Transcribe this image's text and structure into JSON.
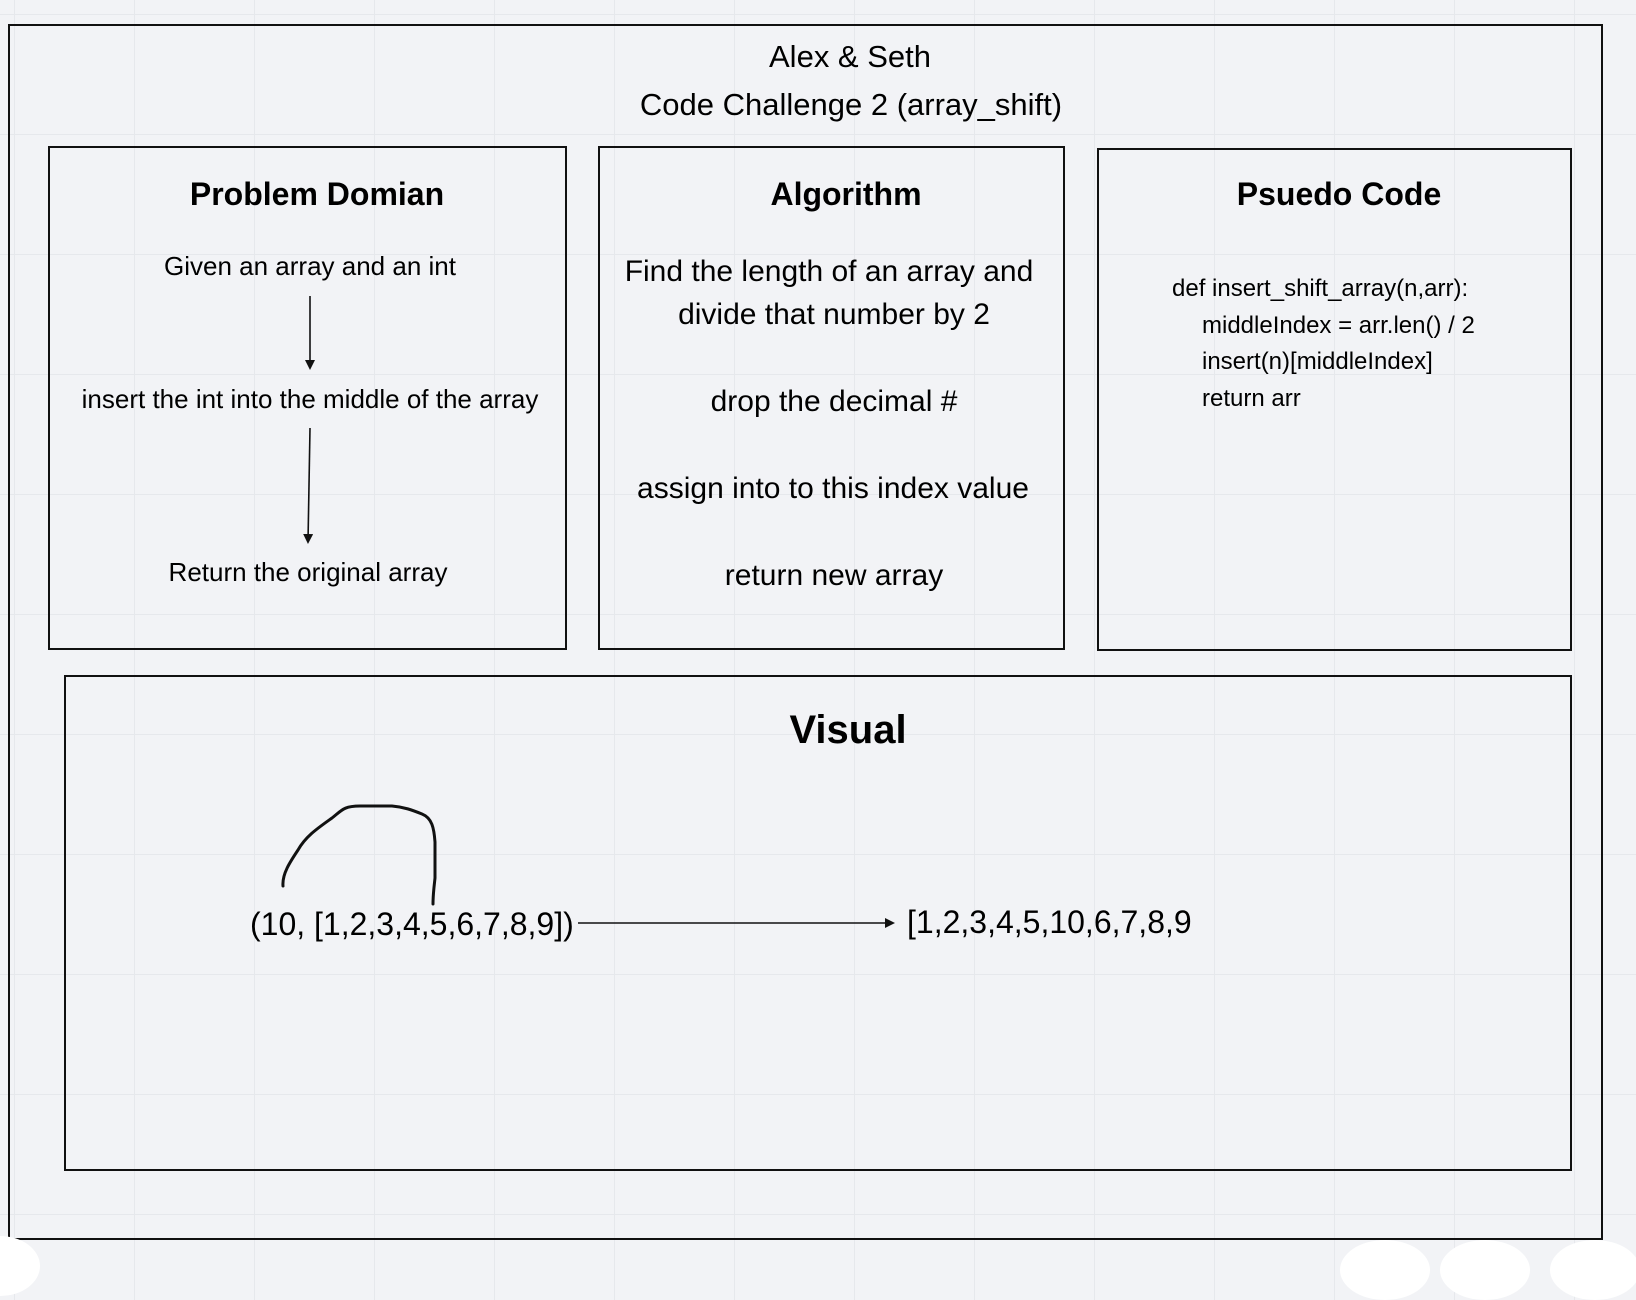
{
  "header": {
    "title_line1": "Alex & Seth",
    "title_line2": "Code Challenge 2 (array_shift)"
  },
  "problem_domain": {
    "heading": "Problem Domian",
    "step1": "Given an array and an int",
    "step2": "insert the int into the middle of the array",
    "step3": "Return the original array"
  },
  "algorithm": {
    "heading": "Algorithm",
    "line1": "Find the length of an array and",
    "line2": "divide that number by 2",
    "line3": "drop the decimal #",
    "line4": "assign into to this index value",
    "line5": "return new array"
  },
  "pseudo_code": {
    "heading": "Psuedo Code",
    "lines": [
      "def insert_shift_array(n,arr):",
      "middleIndex = arr.len() / 2",
      "insert(n)[middleIndex]",
      "return arr"
    ]
  },
  "visual": {
    "heading": "Visual",
    "input": "(10, [1,2,3,4,5,6,7,8,9])",
    "output": "[1,2,3,4,5,10,6,7,8,9"
  },
  "colors": {
    "background": "#f2f3f6",
    "grid": "#e6e8ec",
    "stroke": "#111111"
  }
}
